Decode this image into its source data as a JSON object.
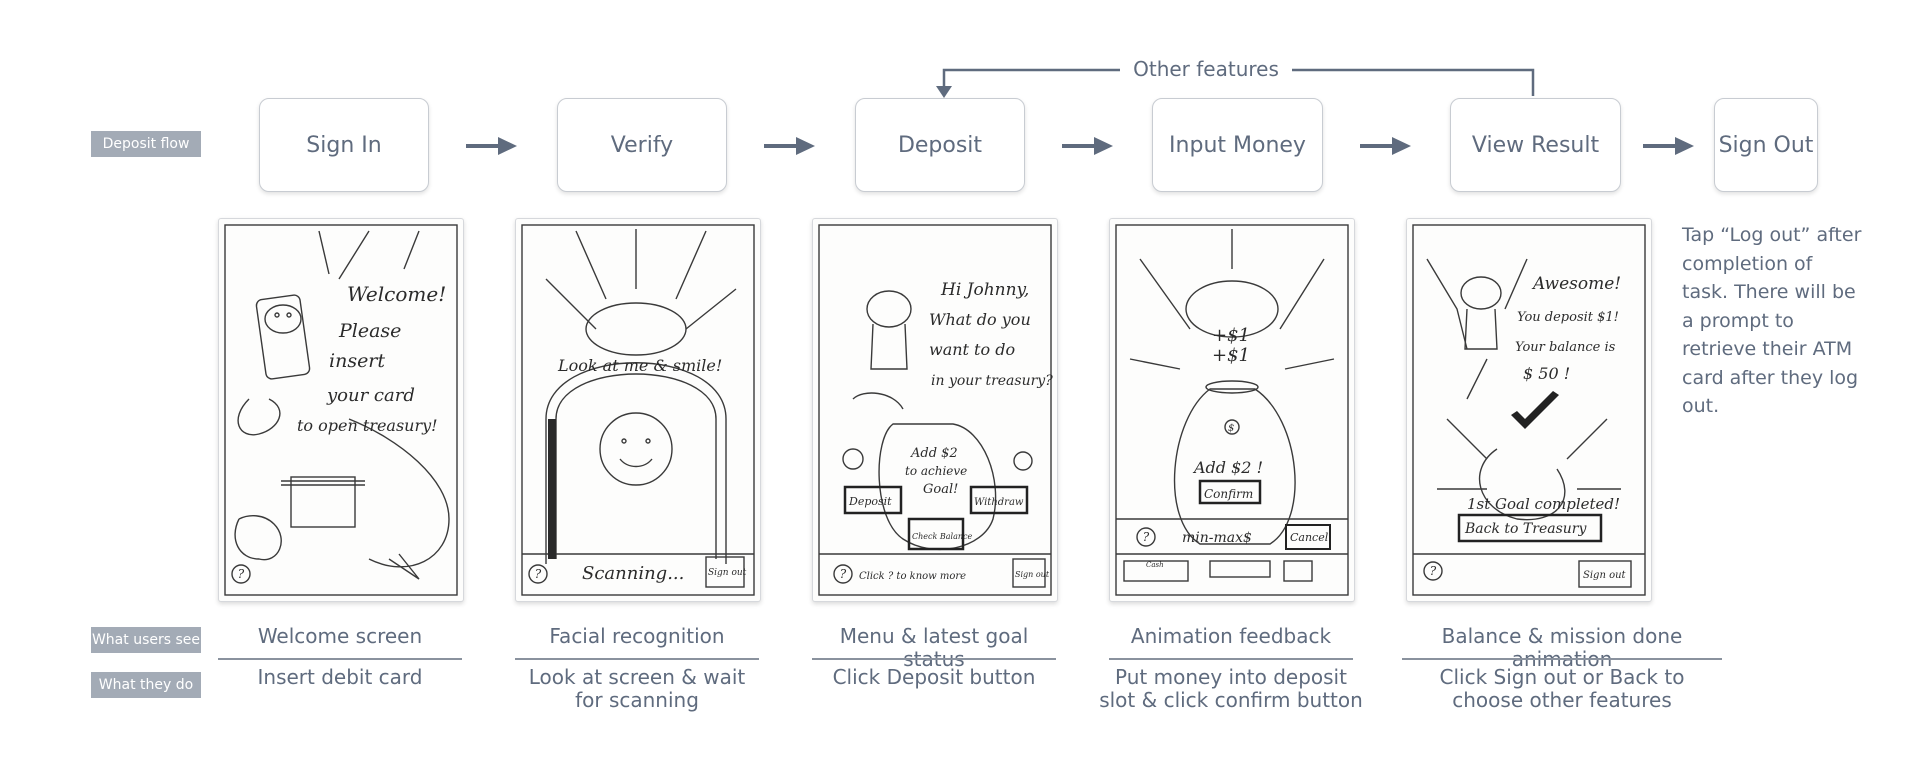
{
  "other_features_label": "Other features",
  "row_labels": {
    "flow": "Deposit flow",
    "see": "What users see",
    "do": "What they do"
  },
  "steps": [
    {
      "title": "Sign In",
      "sees": "Welcome screen",
      "does": "Insert debit card"
    },
    {
      "title": "Verify",
      "sees": "Facial recognition",
      "does": "Look at screen & wait for scanning"
    },
    {
      "title": "Deposit",
      "sees": "Menu & latest goal status",
      "does": "Click Deposit button"
    },
    {
      "title": "Input Money",
      "sees": "Animation feedback",
      "does": "Put money into deposit slot & click confirm button"
    },
    {
      "title": "View Result",
      "sees": "Balance & mission done animation",
      "does": "Click Sign out or Back to choose other features"
    },
    {
      "title": "Sign Out"
    }
  ],
  "sign_out_note": "Tap “Log out” after completion of task. There will be a prompt to retrieve their ATM card after they log out.",
  "sketches": {
    "welcome": {
      "lines": [
        "Welcome!",
        "Please",
        "insert",
        "your card",
        "to open treasury!"
      ],
      "help": "?"
    },
    "verify": {
      "caption": "Look at me & smile!",
      "status": "Scanning...",
      "sign_out": "Sign out",
      "help": "?"
    },
    "menu": {
      "lines": [
        "Hi Johnny,",
        "What do you",
        "want to do",
        "in your treasury?"
      ],
      "goal": [
        "Add $2",
        "to achieve",
        "Goal!"
      ],
      "deposit_btn": "Deposit",
      "withdraw_btn": "Withdraw",
      "balance_btn": "Check Balance",
      "hint": "Click ? to know more",
      "sign_out": "Sign out",
      "help": "?"
    },
    "input": {
      "coins": [
        "+$1",
        "+$1"
      ],
      "coin_mark": "$",
      "prompt": "Add $2 !",
      "confirm_btn": "Confirm",
      "range": "min-max$",
      "cancel_btn": "Cancel",
      "slot_label": "Cash",
      "help": "?"
    },
    "result": {
      "lines": [
        "Awesome!",
        "You deposit $1!",
        "Your balance is",
        "$ 50 !"
      ],
      "goal_done": "1st Goal completed!",
      "back_btn": "Back to Treasury",
      "sign_out": "Sign out",
      "help": "?"
    }
  }
}
